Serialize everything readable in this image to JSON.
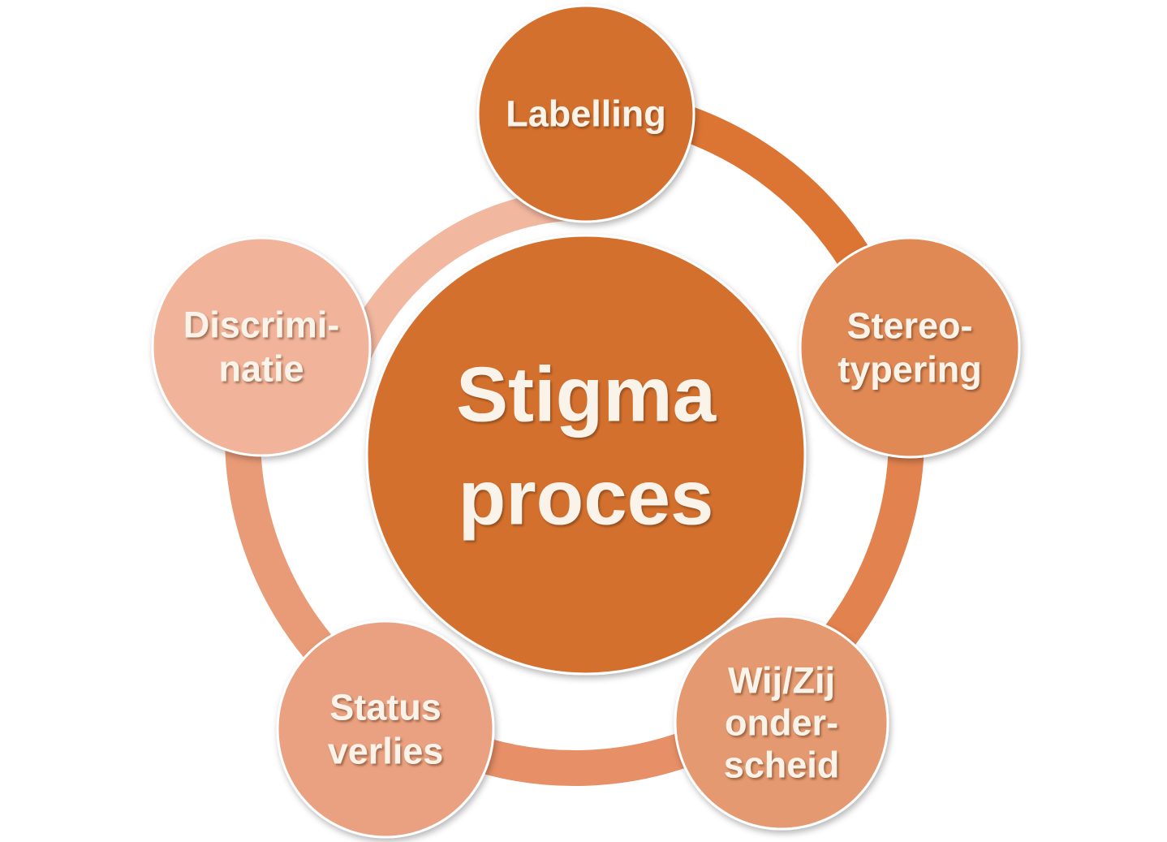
{
  "diagram": {
    "title": "Stigma proces",
    "background": "#FFFFFF",
    "text_color": "#FAF3EA",
    "center": {
      "id": "stigma-proces",
      "lines": [
        "Stigma",
        "proces"
      ],
      "fill": "#D4702E"
    },
    "nodes": [
      {
        "id": "labelling",
        "lines": [
          "Labelling"
        ],
        "fill": "#D4702E"
      },
      {
        "id": "stereotypering",
        "lines": [
          "Stereo-",
          "typering"
        ],
        "fill": "#E08955"
      },
      {
        "id": "wij-zij-onderscheid",
        "lines": [
          "Wij/Zij",
          "onder-",
          "scheid"
        ],
        "fill": "#E49970"
      },
      {
        "id": "status-verlies",
        "lines": [
          "Status",
          "verlies"
        ],
        "fill": "#EAA181"
      },
      {
        "id": "discriminatie",
        "lines": [
          "Discrimi-",
          "natie"
        ],
        "fill": "#F1B49A"
      }
    ],
    "ring_segments": [
      {
        "from": "labelling",
        "to": "stereotypering",
        "color": "#DC7433"
      },
      {
        "from": "stereotypering",
        "to": "wij-zij-onderscheid",
        "color": "#E2824E"
      },
      {
        "from": "wij-zij-onderscheid",
        "to": "status-verlies",
        "color": "#E78F66"
      },
      {
        "from": "status-verlies",
        "to": "discriminatie",
        "color": "#E99B77"
      },
      {
        "from": "discriminatie",
        "to": "labelling",
        "color": "#F2B79F"
      }
    ]
  }
}
